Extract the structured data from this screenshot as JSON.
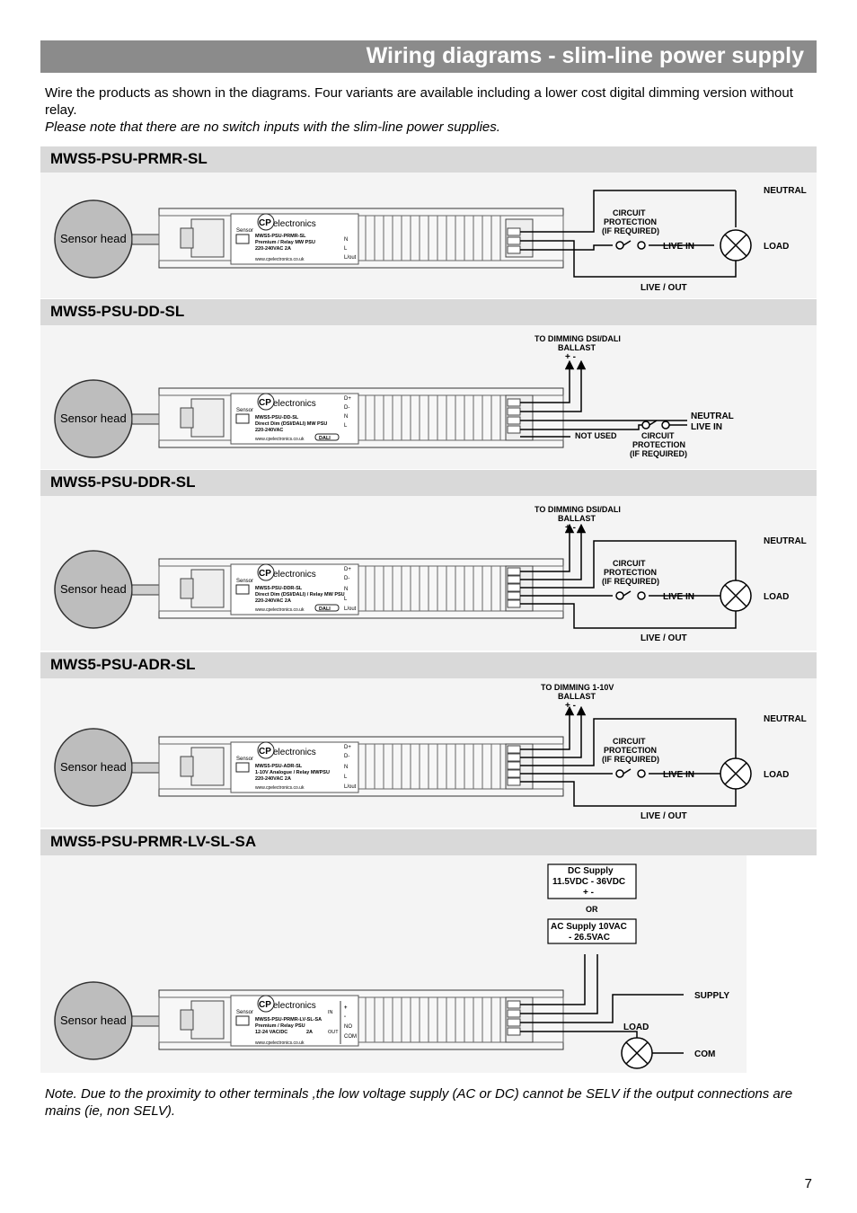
{
  "page": {
    "title": "Wiring diagrams - slim-line power supply",
    "intro_line1": "Wire the products as shown in the diagrams. Four variants are available including a lower cost digital dimming version without relay.",
    "intro_note": "Please note that there are no switch inputs with the slim-line power supplies.",
    "footnote": "Note. Due to the proximity to other terminals ,the low voltage supply (AC or DC) cannot be SELV if the output connections are mains (ie, non SELV).",
    "page_number": "7"
  },
  "common": {
    "sensor_head": "Sensor head",
    "brand_cp": "CP",
    "brand_electronics": "electronics",
    "sensor_label": "Sensor",
    "website": "www.cpelectronics.co.uk",
    "dali_logo": "DALI"
  },
  "sections": {
    "prmr": {
      "heading": "MWS5-PSU-PRMR-SL",
      "model": "MWS5-PSU-PRMR-SL",
      "desc": "Premium / Relay MW PSU",
      "rating": "220-240VAC 2A",
      "terminals": [
        "N",
        "L",
        "L/out"
      ],
      "neutral": "NEUTRAL",
      "circuit_protection": [
        "CIRCUIT",
        "PROTECTION",
        "(IF REQUIRED)"
      ],
      "live_in": "LIVE IN",
      "load": "LOAD",
      "live_out": "LIVE / OUT"
    },
    "dd": {
      "heading": "MWS5-PSU-DD-SL",
      "model": "MWS5-PSU-DD-SL",
      "desc": "Direct Dim (DSI/DALI) MW PSU",
      "rating": "220-240VAC",
      "terminals": [
        "D+",
        "D-",
        "N",
        "L"
      ],
      "ballast": [
        "TO DIMMING DSI/DALI",
        "BALLAST"
      ],
      "polarity": "+  -",
      "neutral": "NEUTRAL",
      "live_in": "LIVE IN",
      "not_used": "NOT USED",
      "circuit_protection": [
        "CIRCUIT",
        "PROTECTION",
        "(IF REQUIRED)"
      ]
    },
    "ddr": {
      "heading": "MWS5-PSU-DDR-SL",
      "model": "MWS5-PSU-DDR-SL",
      "desc": "Direct Dim (DSI/DALI) / Relay MW PSU",
      "rating": "220-240VAC 2A",
      "terminals": [
        "D+",
        "D-",
        "N",
        "L",
        "L/out"
      ],
      "ballast": [
        "TO DIMMING DSI/DALI",
        "BALLAST"
      ],
      "polarity": "+  -",
      "neutral": "NEUTRAL",
      "circuit_protection": [
        "CIRCUIT",
        "PROTECTION",
        "(IF REQUIRED)"
      ],
      "live_in": "LIVE IN",
      "load": "LOAD",
      "live_out": "LIVE / OUT"
    },
    "adr": {
      "heading": "MWS5-PSU-ADR-SL",
      "model": "MWS5-PSU-ADR-SL",
      "desc": "1-10V Analogue / Relay MWPSU",
      "rating": "220-240VAC 2A",
      "terminals": [
        "D+",
        "D-",
        "N",
        "L",
        "L/out"
      ],
      "ballast": [
        "TO DIMMING 1-10V",
        "BALLAST"
      ],
      "polarity": "+  -",
      "neutral": "NEUTRAL",
      "circuit_protection": [
        "CIRCUIT",
        "PROTECTION",
        "(IF REQUIRED)"
      ],
      "live_in": "LIVE IN",
      "load": "LOAD",
      "live_out": "LIVE / OUT"
    },
    "lv": {
      "heading": "MWS5-PSU-PRMR-LV-SL-SA",
      "model": "MWS5-PSU-PRMR-LV-SL-SA",
      "desc": "Premium / Relay PSU",
      "rating": "12-24 VAC/DC",
      "amp": "2A",
      "in_label": "IN",
      "out_label": "OUT",
      "terminals": [
        "+",
        "-",
        "NO",
        "COM"
      ],
      "dc_supply": [
        "DC Supply",
        "11.5VDC - 36VDC",
        "+  -"
      ],
      "or": "OR",
      "ac_supply": [
        "AC Supply 10VAC",
        "- 26.5VAC"
      ],
      "supply": "SUPPLY",
      "load": "LOAD",
      "com": "COM"
    }
  }
}
